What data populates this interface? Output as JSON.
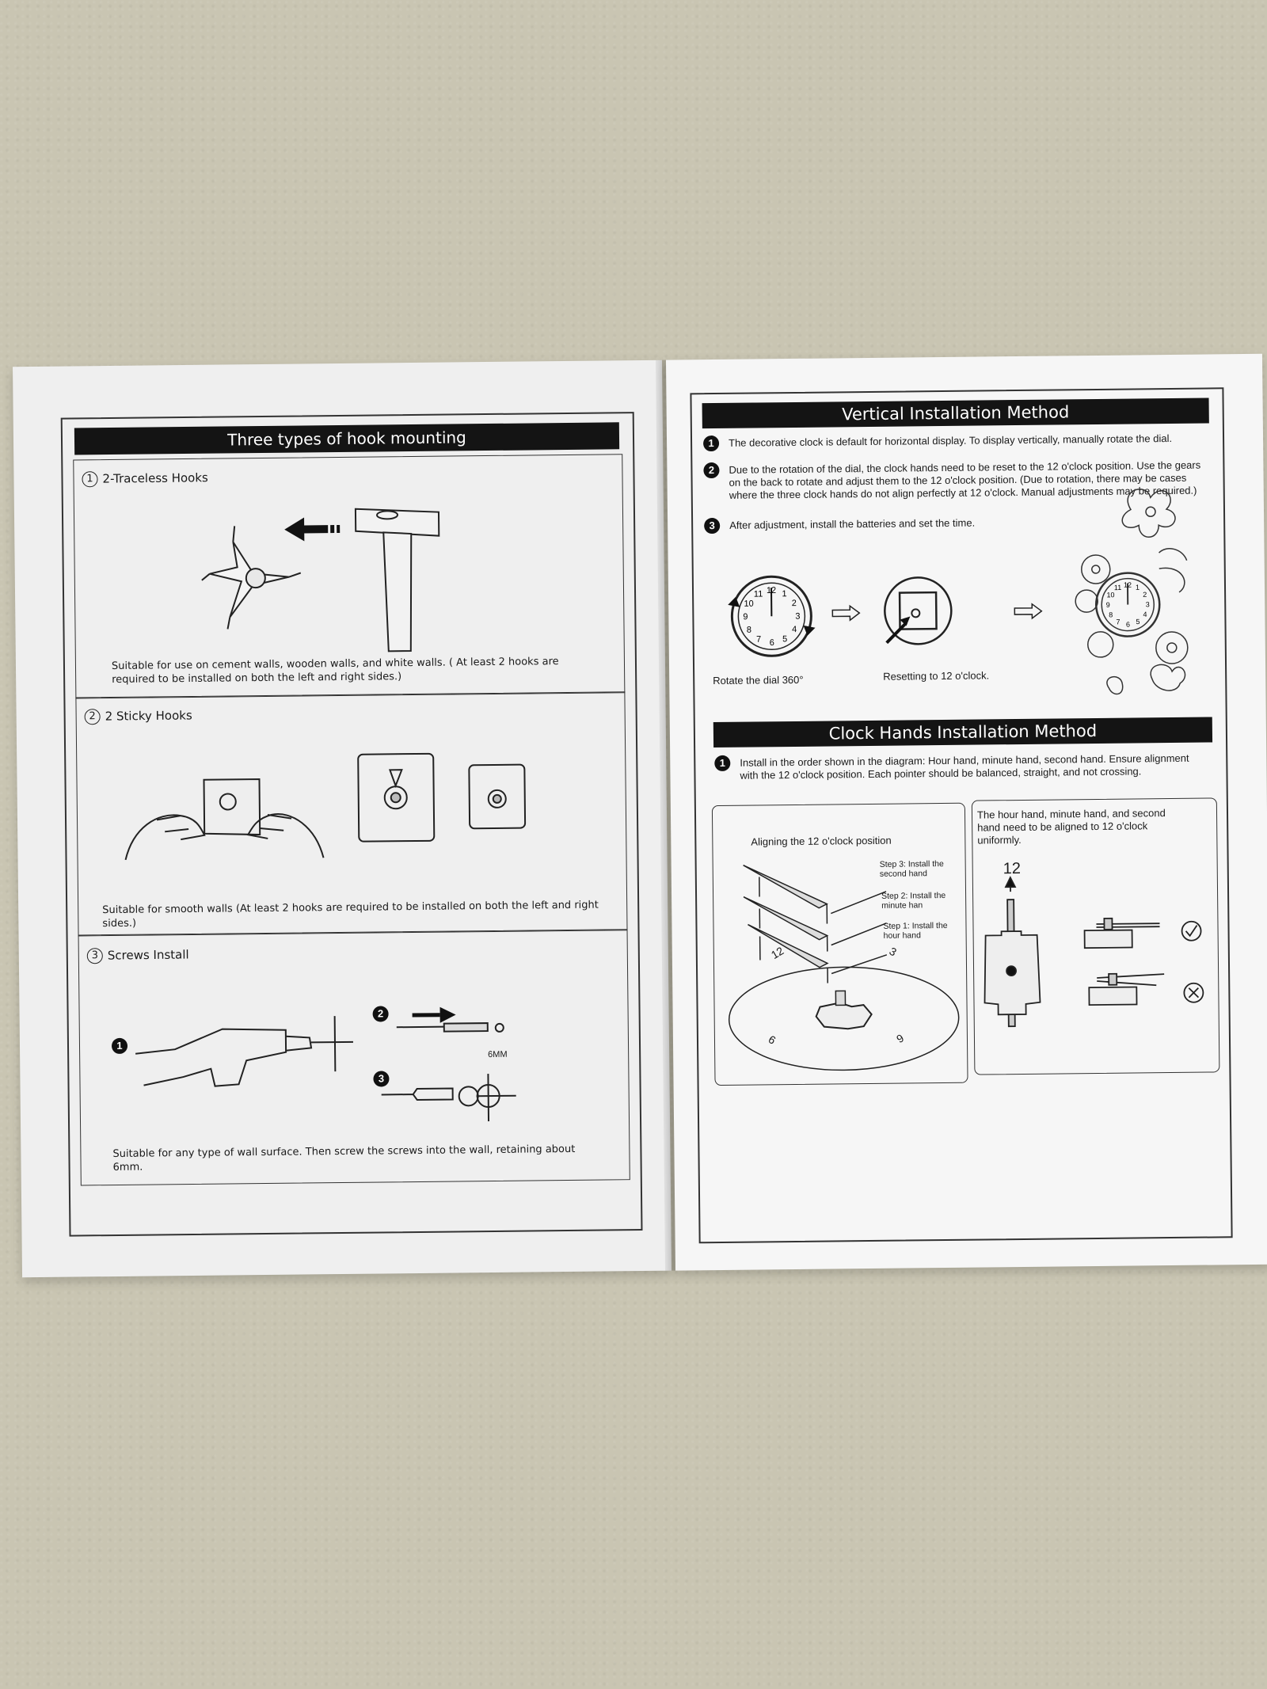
{
  "left_page": {
    "title": "Three types of hook mounting",
    "sections": [
      {
        "number": "1",
        "label": "2-Traceless Hooks",
        "caption": "Suitable for use on cement walls, wooden walls, and white walls.   ( At least 2 hooks are required to be installed on both the left and right sides.)"
      },
      {
        "number": "2",
        "label": "2 Sticky Hooks",
        "caption": "Suitable for smooth walls (At least 2 hooks are required to be installed on both the left and right sides.)"
      },
      {
        "number": "3",
        "label": "Screws Install",
        "steps": [
          "1",
          "2",
          "3"
        ],
        "screw_size": "6MM",
        "caption": "Suitable for any type of wall surface. Then screw the screws into the wall, retaining about 6mm."
      }
    ]
  },
  "right_page": {
    "vertical": {
      "title": "Vertical Installation Method",
      "steps": [
        {
          "n": "1",
          "text": "The decorative clock is default for horizontal display. To display vertically, manually rotate the dial."
        },
        {
          "n": "2",
          "text": "Due to the rotation of the dial, the clock hands need to be reset to the 12 o'clock position. Use the gears on the back to rotate and adjust them to the 12 o'clock position. (Due to rotation, there may be cases where the three clock hands do not align perfectly at 12 o'clock. Manual adjustments may be required.)"
        },
        {
          "n": "3",
          "text": "After adjustment, install the batteries and set the time."
        }
      ],
      "captions": [
        "Rotate the dial 360°",
        "Resetting to 12 o'clock."
      ],
      "dial_numbers": [
        "12",
        "1",
        "2",
        "3",
        "4",
        "5",
        "6",
        "7",
        "8",
        "9",
        "10",
        "11"
      ]
    },
    "hands": {
      "title": "Clock Hands Installation Method",
      "steps": [
        {
          "n": "1",
          "text": "Install in the order shown in the diagram: Hour hand, minute hand, second hand. Ensure alignment with the 12 o'clock position. Each pointer should be balanced, straight, and not crossing."
        }
      ],
      "panel_left": {
        "title": "Aligning the 12 o'clock position",
        "step3": "Step 3: Install the second hand",
        "step2": "Step 2: Install the minute han",
        "step1": "Step 1: Install the hour hand",
        "dial_labels": [
          "12",
          "3",
          "6",
          "9"
        ]
      },
      "panel_right": {
        "title": "The hour hand, minute hand, and second hand need to be aligned to 12 o'clock uniformly.",
        "twelve": "12"
      }
    }
  }
}
